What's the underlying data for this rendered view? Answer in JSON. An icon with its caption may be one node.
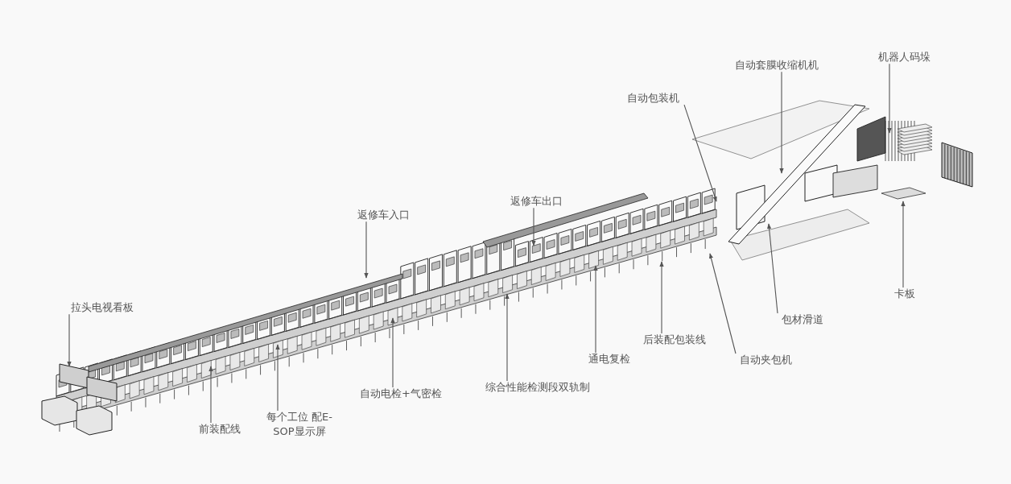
{
  "diagram": {
    "nodes": [
      {
        "text": [
          "拉头电视看板"
        ]
      },
      {
        "text": [
          "前装配线"
        ]
      },
      {
        "text": [
          "每个工位 配E-SOP显示屏"
        ]
      },
      {
        "text": [
          "返修车入口"
        ]
      },
      {
        "text": [
          "自动电检+气密检"
        ]
      },
      {
        "text": [
          "返修车出口"
        ]
      },
      {
        "text": [
          "综合性能检测段双轨制"
        ]
      },
      {
        "text": [
          "通电复检"
        ]
      },
      {
        "text": [
          "后装配包装线"
        ]
      },
      {
        "text": [
          "自动包装机"
        ]
      },
      {
        "text": [
          "自动夹包机"
        ]
      },
      {
        "text": [
          "包材滑道"
        ]
      },
      {
        "text": [
          "自动套膜收缩机机"
        ]
      },
      {
        "text": [
          "机器人码垛"
        ]
      },
      {
        "text": [
          "卡板"
        ]
      }
    ],
    "edges": [
      {
        "from": 0,
        "to": null,
        "arrow": "to"
      },
      {
        "from": 1,
        "to": null,
        "arrow": "to"
      },
      {
        "from": 2,
        "to": null,
        "arrow": "to"
      },
      {
        "from": 3,
        "to": null,
        "arrow": "to"
      },
      {
        "from": 4,
        "to": null,
        "arrow": "to"
      },
      {
        "from": 5,
        "to": null,
        "arrow": "to"
      },
      {
        "from": 6,
        "to": null,
        "arrow": "to"
      },
      {
        "from": 7,
        "to": null,
        "arrow": "to"
      },
      {
        "from": 8,
        "to": null,
        "arrow": "to"
      },
      {
        "from": 9,
        "to": null,
        "arrow": "to"
      },
      {
        "from": 10,
        "to": null,
        "arrow": "to"
      },
      {
        "from": 11,
        "to": null,
        "arrow": "to"
      },
      {
        "from": 12,
        "to": null,
        "arrow": "to"
      },
      {
        "from": 13,
        "to": null,
        "arrow": "to"
      },
      {
        "from": 14,
        "to": null,
        "arrow": "to"
      }
    ]
  }
}
